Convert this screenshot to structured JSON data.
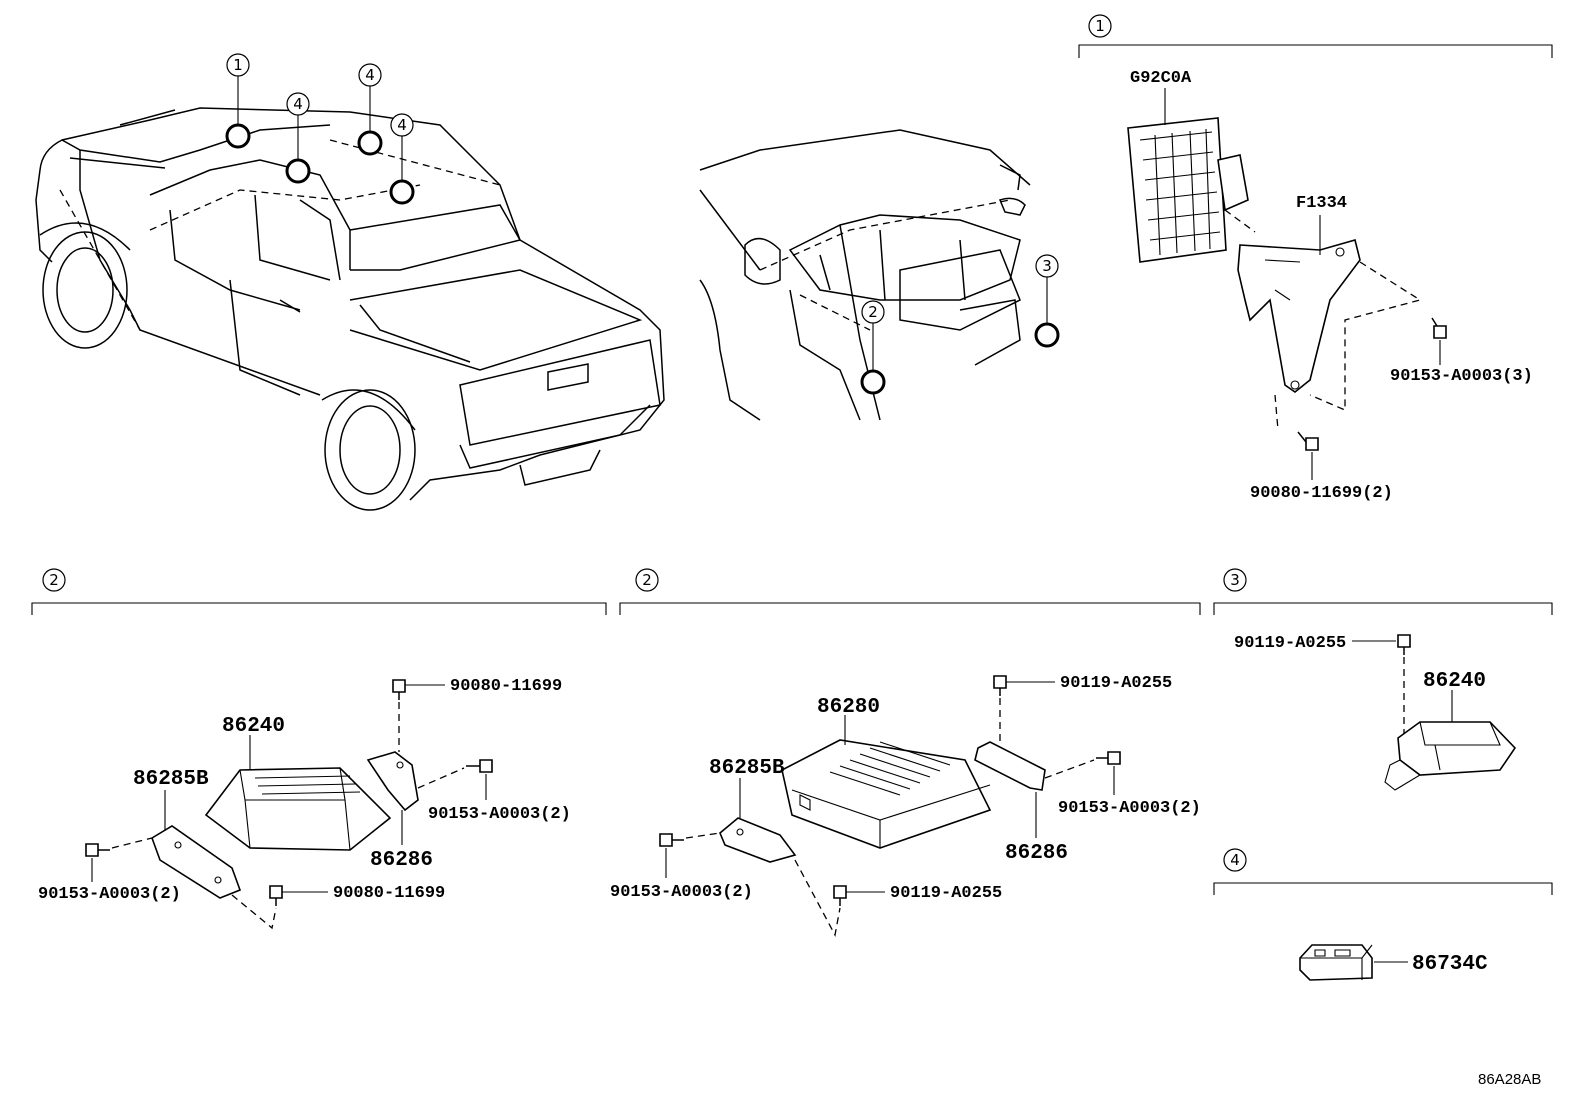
{
  "callouts": {
    "c1_top_left": "1",
    "c4_a": "4",
    "c4_b": "4",
    "c4_c": "4",
    "c2_interior": "2",
    "c3_interior": "3",
    "section_1": "1",
    "section_2_left": "2",
    "section_2_mid": "2",
    "section_3": "3",
    "section_4": "4"
  },
  "section1": {
    "p_g92c0a": "G92C0A",
    "p_f1334": "F1334",
    "p_bolt_a": "90153-A0003(3)",
    "p_bolt_b": "90080-11699(2)"
  },
  "section2_left": {
    "p_86240": "86240",
    "p_86285b": "86285B",
    "p_86286": "86286",
    "p_bolt_top": "90080-11699",
    "p_bolt_bottom": "90080-11699",
    "p_screw_right": "90153-A0003(2)",
    "p_screw_left": "90153-A0003(2)"
  },
  "section2_mid": {
    "p_86280": "86280",
    "p_86285b": "86285B",
    "p_86286": "86286",
    "p_bolt_top": "90119-A0255",
    "p_bolt_bottom": "90119-A0255",
    "p_screw_right": "90153-A0003(2)",
    "p_screw_left": "90153-A0003(2)"
  },
  "section3": {
    "p_bolt": "90119-A0255",
    "p_86240": "86240"
  },
  "section4": {
    "p_86734c": "86734C"
  },
  "diagram_code": "86A28AB"
}
